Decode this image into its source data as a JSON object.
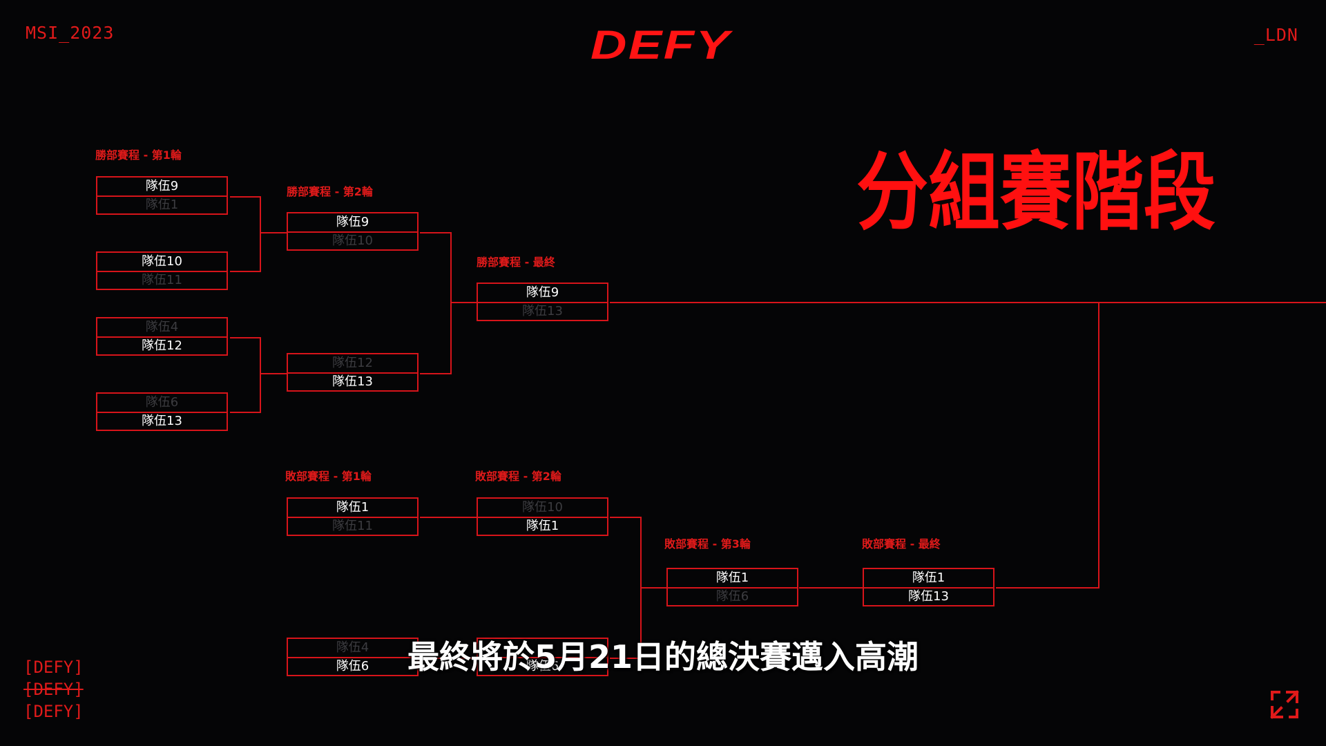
{
  "header": {
    "left_tag": "MSI_2023",
    "logo": "DEFY",
    "right_tag": "_LDN"
  },
  "stage_title": "分組賽階段",
  "rounds": {
    "wb_r1": "勝部賽程 - 第1輪",
    "wb_r2": "勝部賽程 - 第2輪",
    "wb_final": "勝部賽程 - 最終",
    "lb_r1": "敗部賽程 - 第1輪",
    "lb_r2": "敗部賽程 - 第2輪",
    "lb_r3": "敗部賽程 - 第3輪",
    "lb_final": "敗部賽程 - 最終"
  },
  "matches": {
    "wb_r1_m1": {
      "top": "隊伍9",
      "bottom": "隊伍1"
    },
    "wb_r1_m2": {
      "top": "隊伍10",
      "bottom": "隊伍11"
    },
    "wb_r1_m3": {
      "top": "隊伍4",
      "bottom": "隊伍12"
    },
    "wb_r1_m4": {
      "top": "隊伍6",
      "bottom": "隊伍13"
    },
    "wb_r2_m1": {
      "top": "隊伍9",
      "bottom": "隊伍10"
    },
    "wb_r2_m2": {
      "top": "隊伍12",
      "bottom": "隊伍13"
    },
    "wb_final": {
      "top": "隊伍9",
      "bottom": "隊伍13"
    },
    "lb_r1_m1": {
      "top": "隊伍1",
      "bottom": "隊伍11"
    },
    "lb_r1_m2": {
      "top": "隊伍4",
      "bottom": "隊伍6"
    },
    "lb_r2_m1": {
      "top": "隊伍10",
      "bottom": "隊伍1"
    },
    "lb_r2_m2": {
      "top": "",
      "bottom": "隊伍6"
    },
    "lb_r3": {
      "top": "隊伍1",
      "bottom": "隊伍6"
    },
    "lb_final": {
      "top": "隊伍1",
      "bottom": "隊伍13"
    }
  },
  "subtitle": "最終將於5月21日的總決賽邁入高潮",
  "side_tags": [
    "[DEFY]",
    "[DEFY]",
    "[DEFY]"
  ],
  "colors": {
    "accent": "#e01a1a",
    "background": "#050506",
    "winner_text": "#ffffff",
    "loser_text": "#3c3c40"
  },
  "icons": {
    "fullscreen": "expand-arrows-icon"
  }
}
